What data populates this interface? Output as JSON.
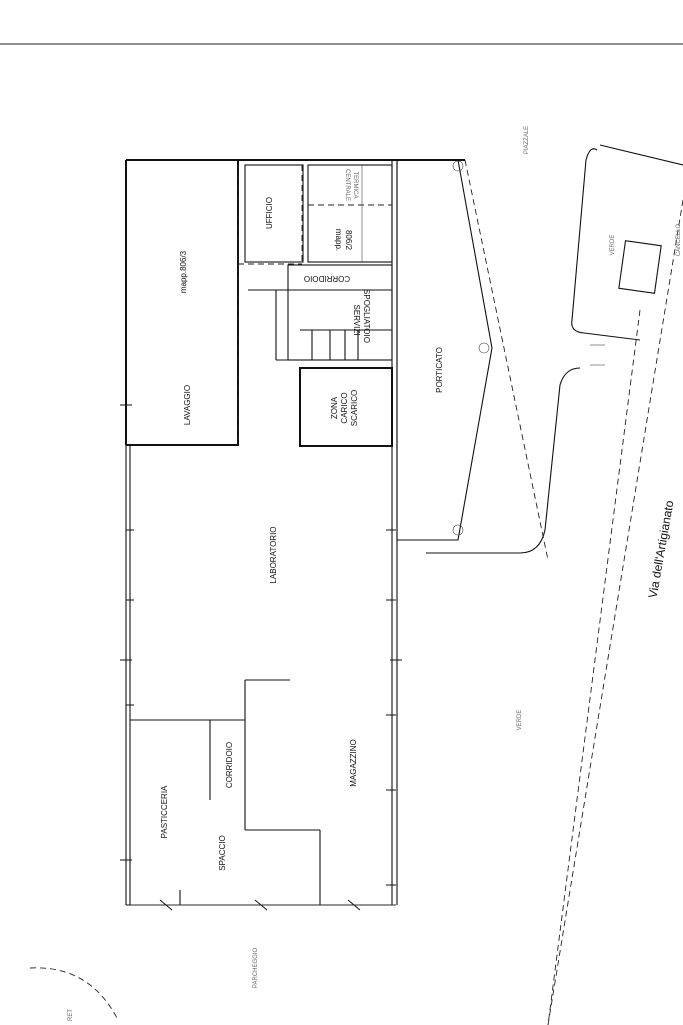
{
  "rooms": {
    "mapp_806_3": "mapp.806/3",
    "ufficio": "UFFICIO",
    "centrale_termica_1": "CENTRALE",
    "centrale_termica_2": "TERMICA",
    "mapp_806_2_a": "mapp.",
    "mapp_806_2_b": "806/2",
    "corridoio_upper": "CORRIDOIO",
    "servizi": "SERVIZI",
    "spogliatoio": "SPOGLIATOIO",
    "lavaggio": "LAVAGGIO",
    "zona_1": "ZONA",
    "zona_2": "CARICO",
    "zona_3": "SCARICO",
    "porticato": "PORTICATO",
    "laboratorio": "LABORATORIO",
    "corridoio_lower": "CORRIDOIO",
    "pasticceria": "PASTICCERIA",
    "magazzino": "MAGAZZINO",
    "spaccio": "SPACCIO"
  },
  "outside": {
    "street": "Via dell'Artigianato",
    "verde_right": "VERDE",
    "piazzale": "PIAZZALE",
    "cancello": "CANCELLO",
    "parcheggio": "PARCHEGGIO",
    "ret": "RET",
    "parcheggio_small": "PARCHEGGIO",
    "ret_small": "RET"
  }
}
